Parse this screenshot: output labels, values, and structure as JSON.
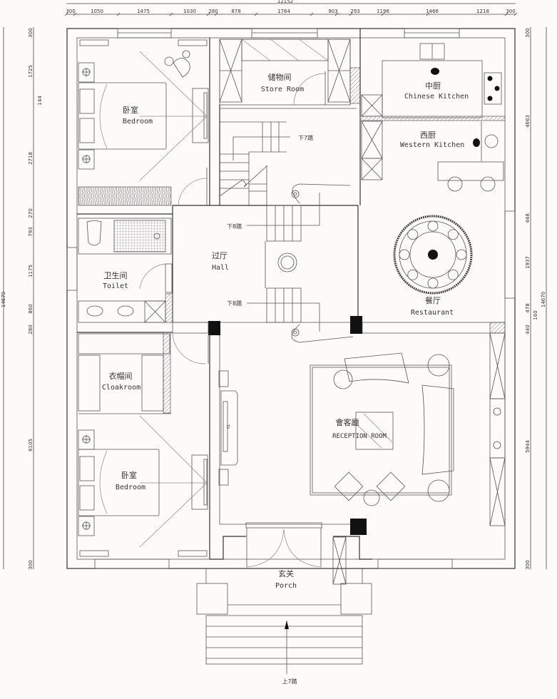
{
  "dimensions": {
    "top_total": "12152",
    "top_segments": [
      "300",
      "1050",
      "1475",
      "1030",
      "280",
      "878",
      "1764",
      "903",
      "293",
      "1196",
      "1466",
      "1218",
      "300"
    ],
    "left_total": "14670",
    "left_segments": [
      "300",
      "1725",
      "144",
      "2718",
      "270",
      "793",
      "1175",
      "860",
      "280",
      "6105",
      "300"
    ],
    "right_total": "14670",
    "right_segments": [
      "300",
      "4663",
      "448",
      "1937",
      "478",
      "160",
      "440",
      "5944",
      "300"
    ]
  },
  "rooms": {
    "bedroom_top": {
      "cn": "卧室",
      "en": "Bedroom"
    },
    "store_room": {
      "cn": "储物间",
      "en": "Store Room"
    },
    "chinese_kitchen": {
      "cn": "中厨",
      "en": "Chinese Kitchen"
    },
    "western_kitchen": {
      "cn": "西厨",
      "en": "Western Kitchen"
    },
    "hall": {
      "cn": "过厅",
      "en": "Hall"
    },
    "toilet": {
      "cn": "卫生间",
      "en": "Toilet"
    },
    "restaurant": {
      "cn": "餐厅",
      "en": "Restaurant"
    },
    "cloakroom": {
      "cn": "衣帽间",
      "en": "Cloakroom"
    },
    "reception": {
      "cn": "會客廳",
      "en": "RECEPTION ROOM"
    },
    "bedroom_bottom": {
      "cn": "卧室",
      "en": "Bedroom"
    },
    "porch": {
      "cn": "玄关",
      "en": "Porch"
    }
  },
  "stair_notes": {
    "down7": "下7踏",
    "down8_top": "下8踏",
    "down8_bottom": "下8踏",
    "up7": "上7踏"
  },
  "furniture": {
    "tv_label": "TV"
  }
}
